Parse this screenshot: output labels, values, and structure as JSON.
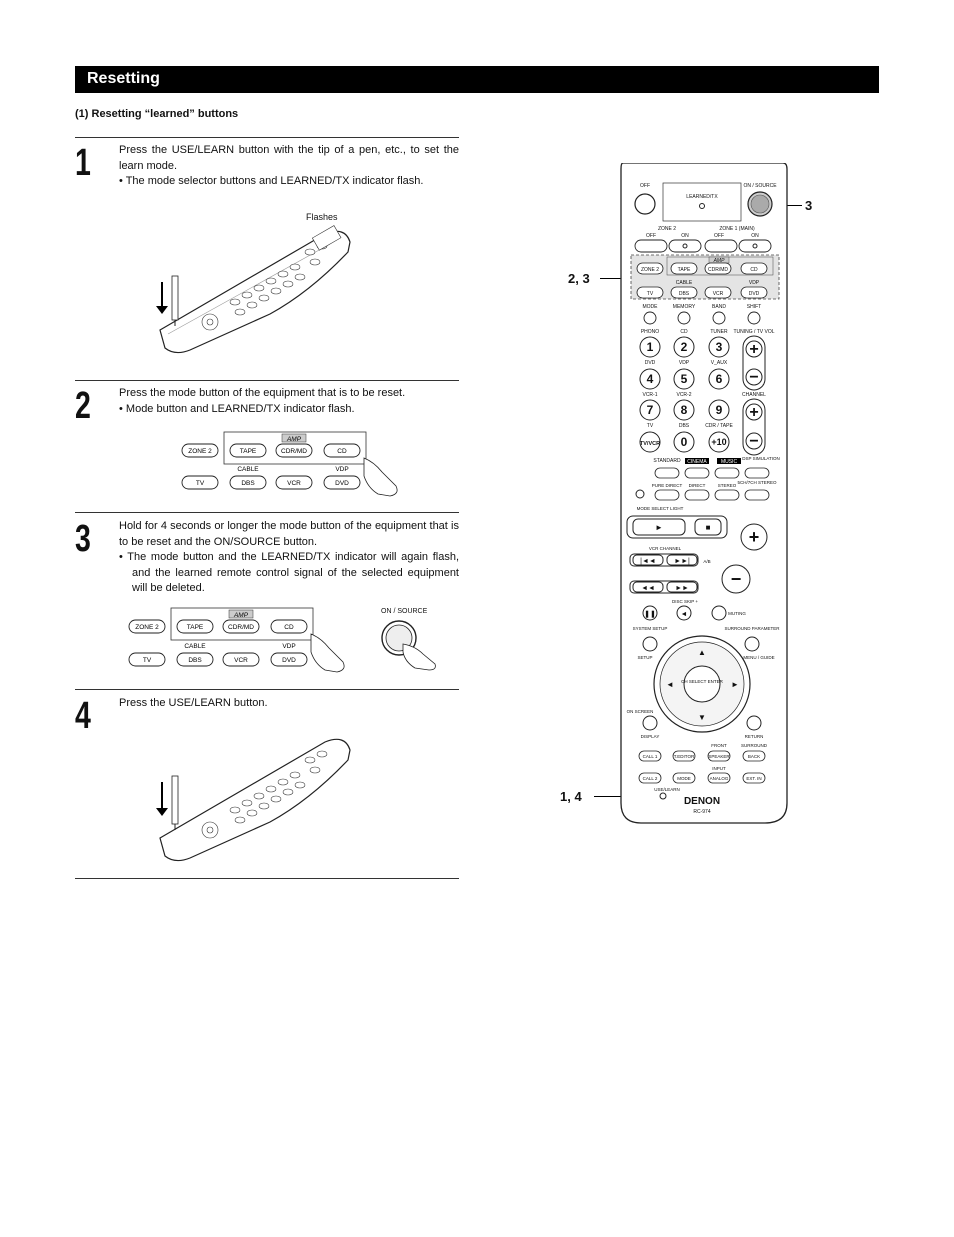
{
  "header": {
    "title": "Resetting"
  },
  "subtitle": "(1) Resetting “learned” buttons",
  "steps": [
    {
      "number": "1",
      "text": "Press the USE/LEARN button with the tip of a pen, etc., to set the learn mode.",
      "bullet": "• The mode selector buttons and LEARNED/TX indicator flash.",
      "figure_label": "Flashes"
    },
    {
      "number": "2",
      "text": "Press the mode button of the equipment that is to be reset.",
      "bullet": "• Mode button and LEARNED/TX indicator flash."
    },
    {
      "number": "3",
      "text": "Hold for 4 seconds or longer the mode button of the equipment that is to be reset and the ON/SOURCE button.",
      "bullet": "• The mode button and the LEARNED/TX indicator will again flash, and the learned remote control signal of the selected equipment will be deleted."
    },
    {
      "number": "4",
      "text": "Press the USE/LEARN button."
    }
  ],
  "mode_panel": {
    "top_row": [
      "ZONE 2",
      "TAPE",
      "CDR/MD",
      "CD"
    ],
    "bottom_row": [
      "TV",
      "DBS",
      "VCR",
      "DVD"
    ],
    "amp": "AMP",
    "cable": "CABLE",
    "vdp": "VDP"
  },
  "onsource_label": "ON / SOURCE",
  "remote": {
    "off": "OFF",
    "on_source": "ON / SOURCE",
    "learned_tx": "LEARNED/TX",
    "zone2": "ZONE 2",
    "zone1": "ZONE 1 (MAIN)",
    "off_small": "OFF",
    "on_small": "ON",
    "mode_top": [
      "ZONE 2",
      "TAPE",
      "CDR/MD",
      "CD"
    ],
    "mode_bottom": [
      "TV",
      "DBS",
      "VCR",
      "DVD"
    ],
    "amp": "AMP",
    "cable": "CABLE",
    "vdp": "VDP",
    "row_labels": [
      "MODE",
      "MEMORY",
      "BAND",
      "SHIFT"
    ],
    "src_labels_1": [
      "PHONO",
      "CD",
      "TUNER",
      "TUNING / TV VOL"
    ],
    "num_1": [
      "1",
      "2",
      "3"
    ],
    "src_labels_2": [
      "DVD",
      "VDP",
      "V_AUX"
    ],
    "num_2": [
      "4",
      "5",
      "6"
    ],
    "src_labels_3": [
      "VCR-1",
      "VCR-2",
      "CHANNEL"
    ],
    "num_3": [
      "7",
      "8",
      "9"
    ],
    "src_labels_4": [
      "TV",
      "DBS",
      "CDR / TAPE"
    ],
    "num_4": [
      "TV/VCR",
      "0",
      "+10"
    ],
    "surround_labels": [
      "STANDARD",
      "CINEMA",
      "MUSIC",
      "DSP SIMULATION"
    ],
    "surround_buttons": [
      "PURE DIRECT",
      "DIRECT",
      "STEREO",
      "5CH/7CH STEREO"
    ],
    "mode_select": "MODE SELECT LIGHT",
    "vcr_channel": "VCR CHANNEL",
    "ab": "A/B",
    "disc_skip": "DISC SKIP +",
    "muting": "MUTING",
    "system_setup": "SYSTEM SETUP",
    "surround_param": "SURROUND PARAMETER",
    "setup": "SETUP",
    "menu_guide": "MENU / GUIDE",
    "ch_select_enter": "CH SELECT ENTER",
    "on_screen": "ON SCREEN",
    "display": "DISPLAY",
    "return": "RETURN",
    "front": "FRONT",
    "surround": "SURROUND",
    "bottom_row1": [
      "CALL 1",
      "T.EDITOR",
      "SPEAKER",
      "BACK"
    ],
    "input": "INPUT",
    "bottom_row2": [
      "CALL 2",
      "MODE",
      "ANALOG",
      "EXT. IN"
    ],
    "use_learn": "USE/LEARN",
    "brand": "DENON",
    "model": "RC-974"
  },
  "callouts": {
    "c3": "3",
    "c23": "2, 3",
    "c14": "1, 4"
  }
}
